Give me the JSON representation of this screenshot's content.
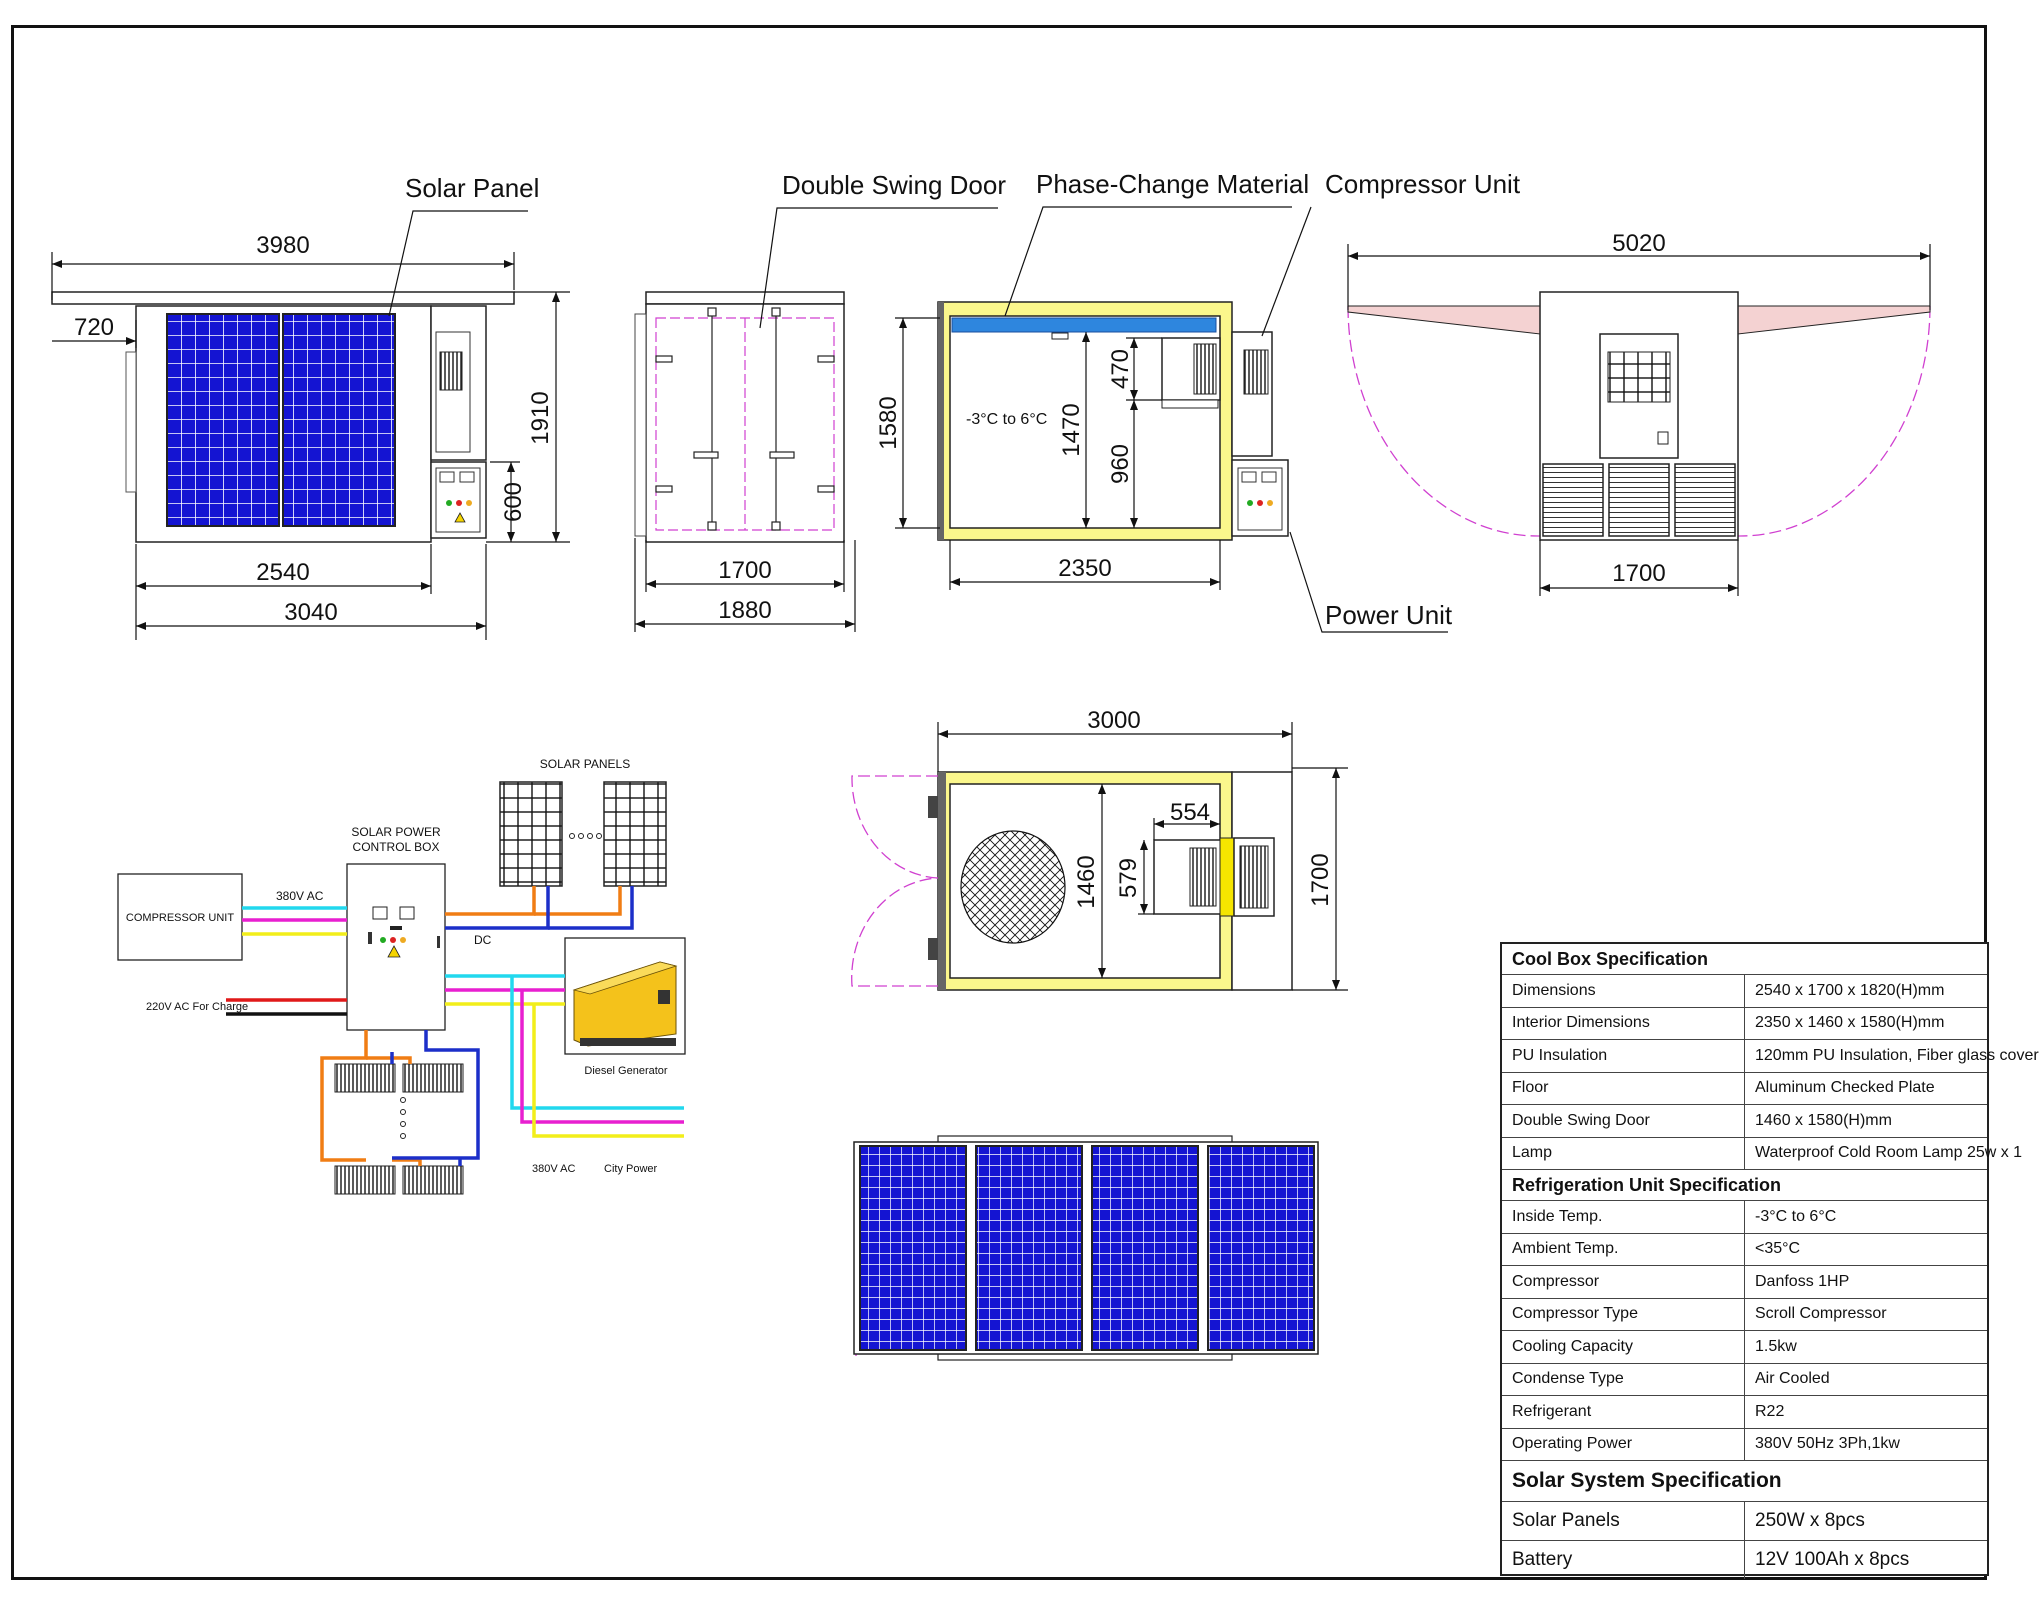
{
  "labels": {
    "solar_panel": "Solar Panel",
    "double_swing_door": "Double Swing Door",
    "phase_change_material": "Phase-Change Material",
    "compressor_unit": "Compressor Unit",
    "power_unit": "Power Unit",
    "inside_temp_range": "-3°C to 6°C"
  },
  "dimensions": {
    "front_total_width": "3980",
    "front_overhang": "720",
    "front_height": "1910",
    "front_power_height": "600",
    "front_box_width": "2540",
    "front_overall_width": "3040",
    "side_inner_width": "1700",
    "side_outer_width": "1880",
    "section_height": "1580",
    "section_inner_height": "1470",
    "section_upper": "470",
    "section_lower": "960",
    "section_width": "2350",
    "rear_total_width": "5020",
    "rear_box_width": "1700",
    "plan_length": "3000",
    "plan_inner_width": "1460",
    "plan_unit_width": "554",
    "plan_unit_depth": "579",
    "plan_outer_width": "1700"
  },
  "wiring": {
    "solar_panels": "SOLAR PANELS",
    "control_box_line1": "SOLAR POWER",
    "control_box_line2": "CONTROL BOX",
    "compressor_unit": "COMPRESSOR UNIT",
    "ac_380_top": "380V AC",
    "dc": "DC",
    "ac_220": "220V AC For Charge",
    "diesel_generator": "Diesel Generator",
    "ac_380_bottom": "380V AC",
    "city_power": "City Power"
  },
  "wire_colors": {
    "cyan": "#22d8ee",
    "magenta": "#e81fd0",
    "yellow": "#f2ee1a",
    "orange": "#f07d14",
    "blue": "#1c2fc9",
    "red": "#e01919",
    "black": "#111111",
    "panel_blue": "#1414d2",
    "insulation_yellow": "#fbf78c"
  },
  "spec": {
    "cool_box_title": "Cool Box Specification",
    "cool_box": [
      {
        "k": "Dimensions",
        "v": "2540 x 1700 x 1820(H)mm"
      },
      {
        "k": "Interior Dimensions",
        "v": "2350 x 1460 x 1580(H)mm"
      },
      {
        "k": "PU Insulation",
        "v": "120mm PU Insulation, Fiber glass cover"
      },
      {
        "k": "Floor",
        "v": "Aluminum Checked Plate"
      },
      {
        "k": "Double Swing Door",
        "v": "1460 x 1580(H)mm"
      },
      {
        "k": "Lamp",
        "v": "Waterproof Cold Room Lamp  25w x 1"
      }
    ],
    "refrigeration_title": "Refrigeration Unit Specification",
    "refrigeration": [
      {
        "k": "Inside Temp.",
        "v": "-3°C to 6°C"
      },
      {
        "k": "Ambient Temp.",
        "v": "<35°C"
      },
      {
        "k": "Compressor",
        "v": "Danfoss 1HP"
      },
      {
        "k": "Compressor Type",
        "v": "Scroll Compressor"
      },
      {
        "k": "Cooling Capacity",
        "v": "1.5kw"
      },
      {
        "k": "Condense Type",
        "v": "Air Cooled"
      },
      {
        "k": "Refrigerant",
        "v": "R22"
      },
      {
        "k": "Operating Power",
        "v": "380V 50Hz 3Ph,1kw"
      }
    ],
    "solar_title": "Solar System Specification",
    "solar": [
      {
        "k": "Solar Panels",
        "v": "250W x 8pcs"
      },
      {
        "k": "Battery",
        "v": "12V 100Ah x 8pcs"
      }
    ]
  }
}
